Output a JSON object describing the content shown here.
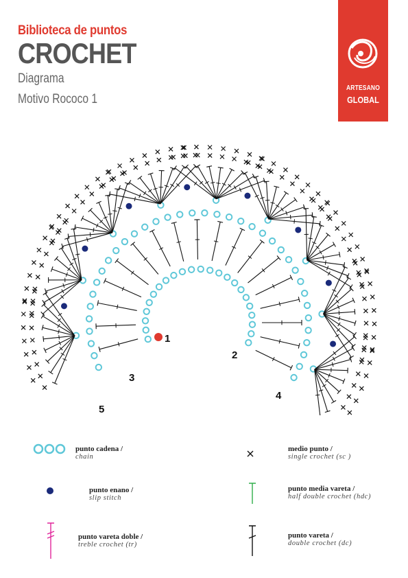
{
  "header": {
    "kicker": "Biblioteca de puntos",
    "title": "CROCHET",
    "subtitle": "Diagrama",
    "pattern_name": "Motivo Rococo 1"
  },
  "brand": {
    "line1": "ARTESANO",
    "line2": "GLOBAL",
    "logo_icon": "swirl-logo-icon",
    "color": "#e03a2f"
  },
  "diagram": {
    "start_labels": [
      "1",
      "2",
      "3",
      "4",
      "5"
    ],
    "colors": {
      "chain": "#5ec7d8",
      "slip": "#1a2a7a",
      "start": "#e03a2f",
      "stitch": "#111111"
    }
  },
  "legend": [
    {
      "es": "punto cadena /",
      "en": "chain",
      "icon": "chain-icon"
    },
    {
      "es": "medio punto /",
      "en": "single crochet  (sc )",
      "icon": "single-crochet-icon"
    },
    {
      "es": "punto enano /",
      "en": "slip stitch",
      "icon": "slip-stitch-icon"
    },
    {
      "es": "punto media vareta /",
      "en": "half double crochet (hdc)",
      "icon": "half-double-crochet-icon"
    },
    {
      "es": "punto vareta doble /",
      "en": "treble crochet (tr)",
      "icon": "treble-crochet-icon"
    },
    {
      "es": "punto  vareta /",
      "en": "double crochet  (dc)",
      "icon": "double-crochet-icon"
    }
  ]
}
